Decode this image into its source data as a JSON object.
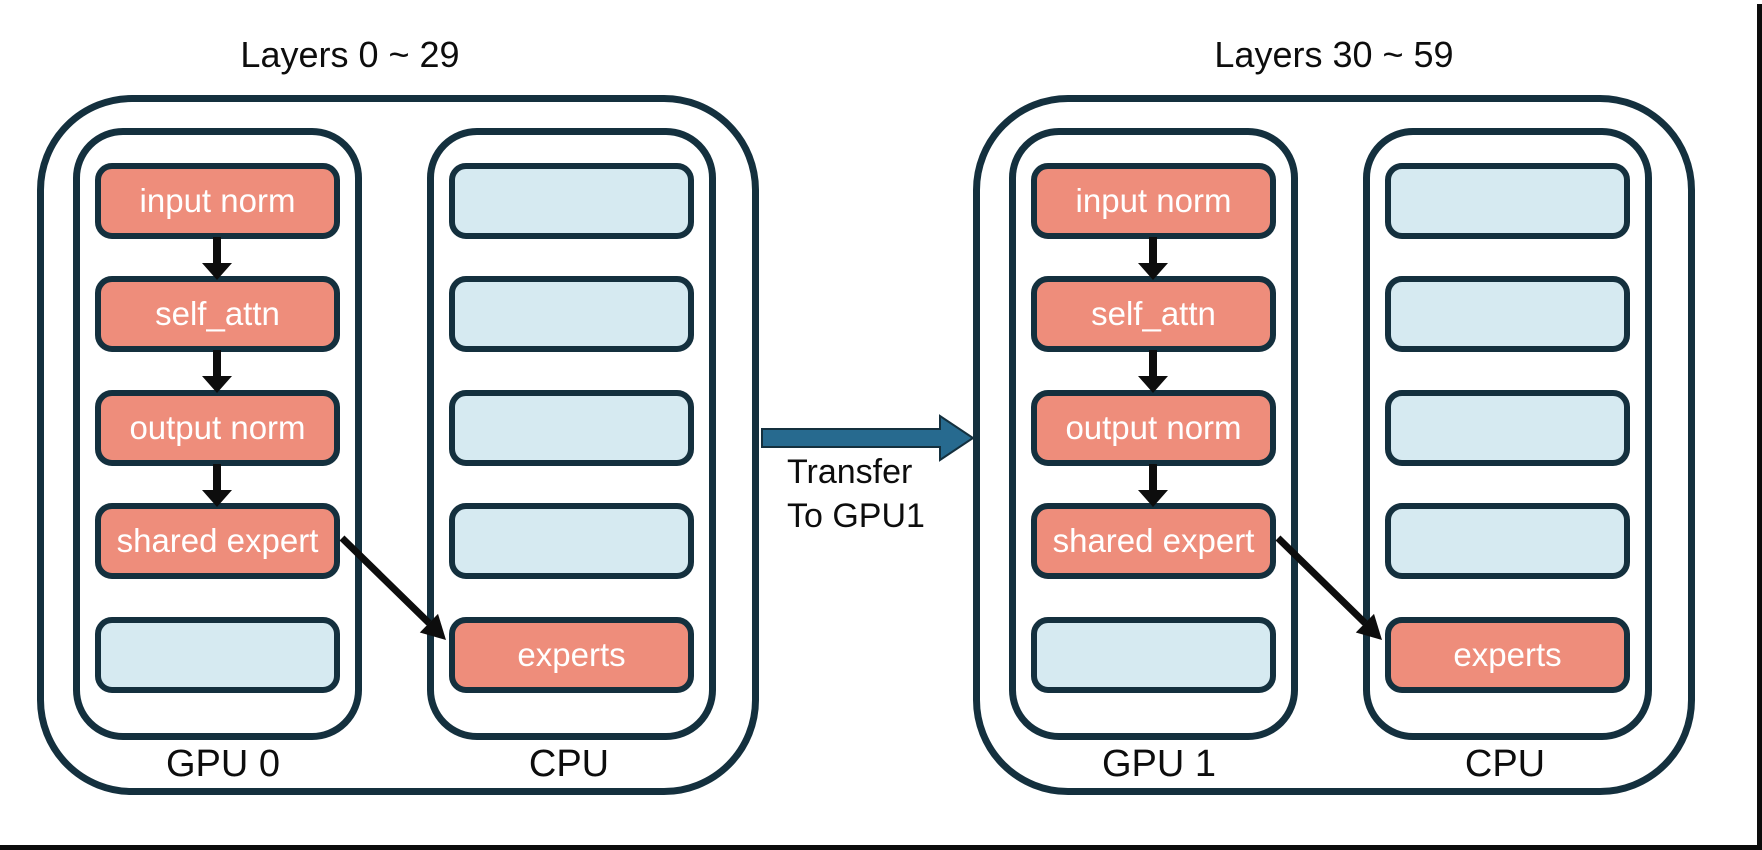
{
  "colors": {
    "outline": "#14303e",
    "salmon": "#ee8d7b",
    "light_blue": "#d6eaf1",
    "transfer_arrow": "#276a8f",
    "text": "#0d0d0d",
    "box_text": "#ffffff"
  },
  "groups": [
    {
      "title": "Layers 0 ~ 29",
      "gpu": {
        "label": "GPU 0",
        "boxes": [
          {
            "label": "input norm",
            "type": "salmon"
          },
          {
            "label": "self_attn",
            "type": "salmon"
          },
          {
            "label": "output norm",
            "type": "salmon"
          },
          {
            "label": "shared expert",
            "type": "salmon"
          },
          {
            "label": "",
            "type": "blue"
          }
        ]
      },
      "cpu": {
        "label": "CPU",
        "boxes": [
          {
            "label": "",
            "type": "blue"
          },
          {
            "label": "",
            "type": "blue"
          },
          {
            "label": "",
            "type": "blue"
          },
          {
            "label": "",
            "type": "blue"
          },
          {
            "label": "experts",
            "type": "salmon"
          }
        ]
      }
    },
    {
      "title": "Layers 30 ~ 59",
      "gpu": {
        "label": "GPU 1",
        "boxes": [
          {
            "label": "input norm",
            "type": "salmon"
          },
          {
            "label": "self_attn",
            "type": "salmon"
          },
          {
            "label": "output norm",
            "type": "salmon"
          },
          {
            "label": "shared expert",
            "type": "salmon"
          },
          {
            "label": "",
            "type": "blue"
          }
        ]
      },
      "cpu": {
        "label": "CPU",
        "boxes": [
          {
            "label": "",
            "type": "blue"
          },
          {
            "label": "",
            "type": "blue"
          },
          {
            "label": "",
            "type": "blue"
          },
          {
            "label": "",
            "type": "blue"
          },
          {
            "label": "experts",
            "type": "salmon"
          }
        ]
      }
    }
  ],
  "transfer": {
    "line1": "Transfer",
    "line2": "To GPU1"
  }
}
